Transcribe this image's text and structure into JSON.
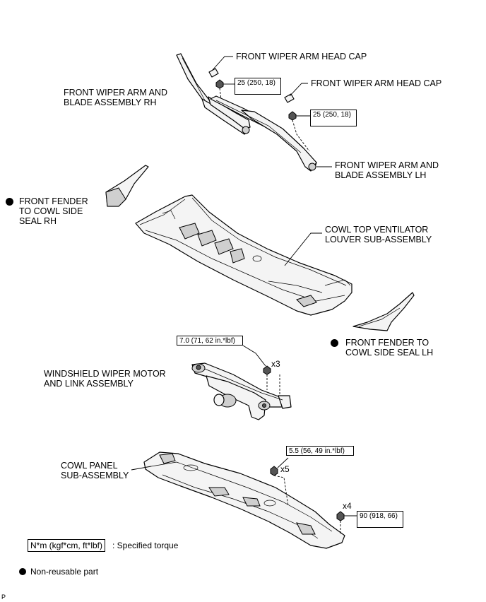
{
  "labels": {
    "head_cap_rh": "FRONT WIPER ARM HEAD CAP",
    "head_cap_lh": "FRONT WIPER ARM HEAD CAP",
    "arm_rh": [
      "FRONT WIPER ARM AND",
      "BLADE ASSEMBLY RH"
    ],
    "arm_lh": [
      "FRONT WIPER ARM AND",
      "BLADE ASSEMBLY LH"
    ],
    "seal_rh": [
      "FRONT FENDER",
      "TO COWL SIDE",
      "SEAL RH"
    ],
    "seal_lh": [
      "FRONT FENDER TO",
      "COWL SIDE SEAL LH"
    ],
    "louver": [
      "COWL TOP VENTILATOR",
      "LOUVER SUB-ASSEMBLY"
    ],
    "motor": [
      "WINDSHIELD WIPER MOTOR",
      "AND LINK ASSEMBLY"
    ],
    "cowl_panel": [
      "COWL PANEL",
      "SUB-ASSEMBLY"
    ]
  },
  "torques": {
    "arm_rh": "25 (250, 18)",
    "arm_lh": "25 (250, 18)",
    "motor": "7.0 (71, 62 in.*lbf)",
    "cowl_bolt": "5.5 (56, 49 in.*lbf)",
    "cowl_nut": "90 (918, 66)"
  },
  "quantities": {
    "motor_bolts": "x3",
    "cowl_bolts": "x5",
    "cowl_nuts": "x4"
  },
  "legend": {
    "torque_unit": "N*m (kgf*cm, ft*lbf)",
    "torque_text": ": Specified torque",
    "non_reusable": "Non-reusable part"
  },
  "corner_mark": "P"
}
